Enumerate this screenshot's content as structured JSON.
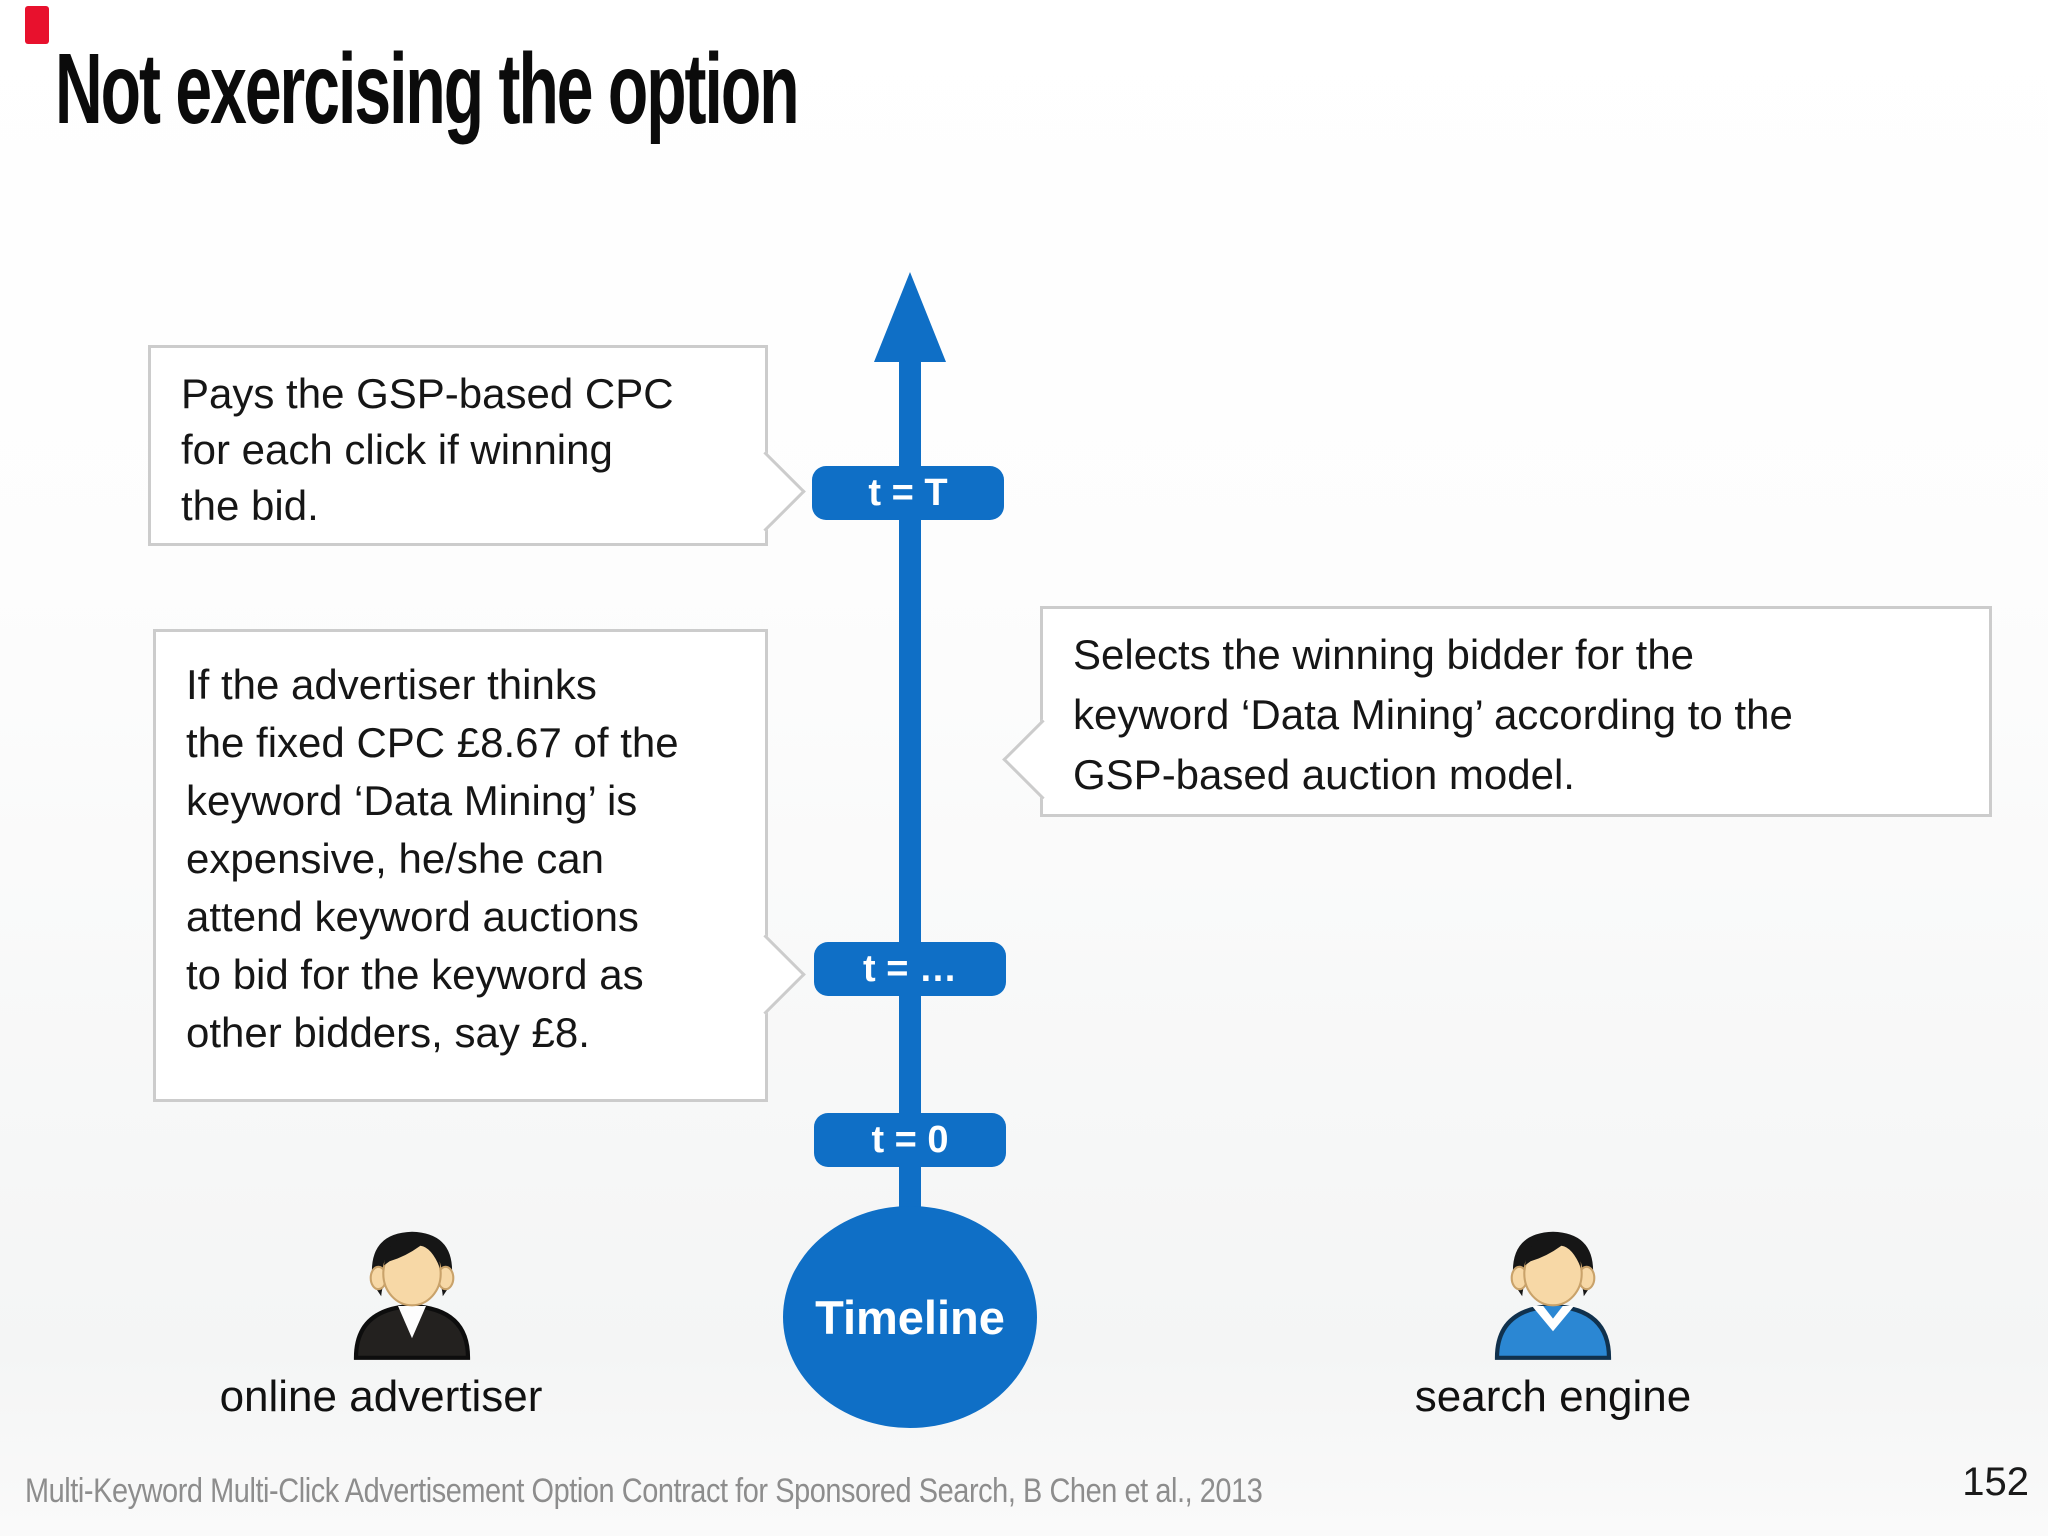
{
  "slide": {
    "title": "Not exercising the option",
    "footer_citation": "Multi-Keyword Multi-Click Advertisement Option Contract for Sponsored Search, B Chen et al., 2013",
    "page_number": "152"
  },
  "timeline": {
    "center_label": "Timeline",
    "markers": [
      {
        "label": "t = T"
      },
      {
        "label": "t = …"
      },
      {
        "label": "t = 0"
      }
    ]
  },
  "callouts": {
    "pay_cpc": {
      "text": "Pays the GSP-based CPC\nfor each click if winning\nthe bid."
    },
    "advertiser_option": {
      "text": "If the advertiser thinks\nthe fixed CPC £8.67 of the\nkeyword ‘Data Mining’ is\nexpensive, he/she can\nattend keyword auctions\nto bid for the keyword as\nother bidders, say £8."
    },
    "select_winner": {
      "text": "Selects the winning bidder for the\nkeyword ‘Data Mining’ according to the\nGSP-based auction model."
    }
  },
  "actors": {
    "advertiser": {
      "label": "online advertiser"
    },
    "search_engine": {
      "label": "search engine"
    }
  },
  "colors": {
    "timeline_blue": "#0f6fc6",
    "callout_border": "#cccccc",
    "footer_gray": "#8d8d8d",
    "red_marker": "#e8112d",
    "suit_dark": "#23211f",
    "shirt_blue": "#2b87d3"
  }
}
